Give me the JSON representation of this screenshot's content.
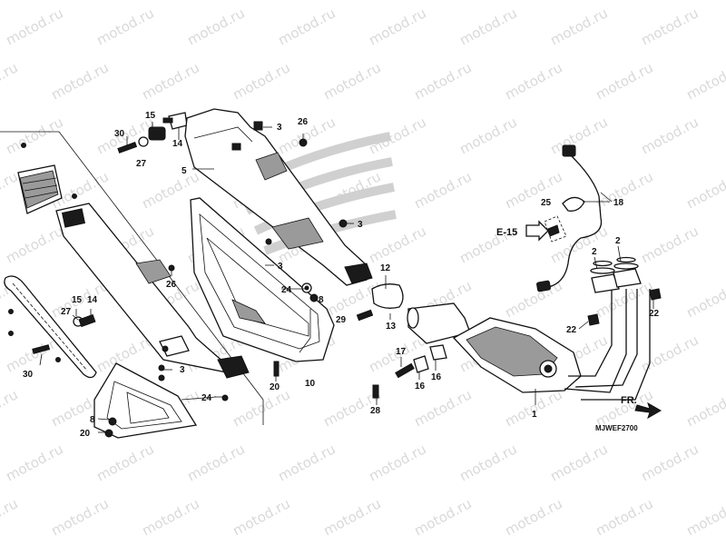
{
  "watermark": "motod.ru",
  "diagram_code": "MJWEF2700",
  "reference_tag": "E-15",
  "direction_label": "FR.",
  "part_labels": [
    {
      "id": "p1",
      "text": "1"
    },
    {
      "id": "p2a",
      "text": "2"
    },
    {
      "id": "p2b",
      "text": "2"
    },
    {
      "id": "p3a",
      "text": "3"
    },
    {
      "id": "p3b",
      "text": "3"
    },
    {
      "id": "p3c",
      "text": "3"
    },
    {
      "id": "p3d",
      "text": "3"
    },
    {
      "id": "p5",
      "text": "5"
    },
    {
      "id": "p8a",
      "text": "8"
    },
    {
      "id": "p8b",
      "text": "8"
    },
    {
      "id": "p10",
      "text": "10"
    },
    {
      "id": "p12",
      "text": "12"
    },
    {
      "id": "p13",
      "text": "13"
    },
    {
      "id": "p14a",
      "text": "14"
    },
    {
      "id": "p14b",
      "text": "14"
    },
    {
      "id": "p15a",
      "text": "15"
    },
    {
      "id": "p15b",
      "text": "15"
    },
    {
      "id": "p16a",
      "text": "16"
    },
    {
      "id": "p16b",
      "text": "16"
    },
    {
      "id": "p17",
      "text": "17"
    },
    {
      "id": "p18",
      "text": "18"
    },
    {
      "id": "p20a",
      "text": "20"
    },
    {
      "id": "p20b",
      "text": "20"
    },
    {
      "id": "p22a",
      "text": "22"
    },
    {
      "id": "p22b",
      "text": "22"
    },
    {
      "id": "p24a",
      "text": "24"
    },
    {
      "id": "p24b",
      "text": "24"
    },
    {
      "id": "p25",
      "text": "25"
    },
    {
      "id": "p26a",
      "text": "26"
    },
    {
      "id": "p26b",
      "text": "26"
    },
    {
      "id": "p27a",
      "text": "27"
    },
    {
      "id": "p27b",
      "text": "27"
    },
    {
      "id": "p28",
      "text": "28"
    },
    {
      "id": "p29",
      "text": "29"
    },
    {
      "id": "p30a",
      "text": "30"
    },
    {
      "id": "p30b",
      "text": "30"
    }
  ]
}
